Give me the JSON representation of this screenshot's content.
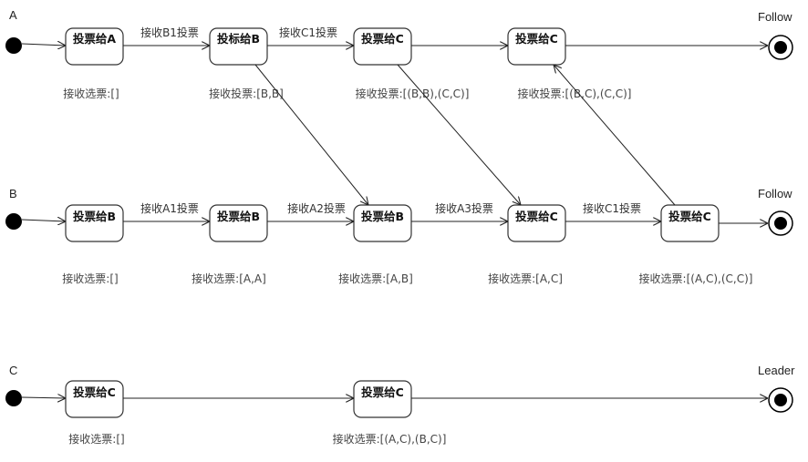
{
  "lanes": [
    {
      "id": "A",
      "label": "A",
      "end_label": "Follow",
      "states": [
        {
          "text": "投票给A",
          "received": "接收选票:[]"
        },
        {
          "text": "投标给B",
          "received": "接收投票:[B,B]"
        },
        {
          "text": "投票给C",
          "received": "接收投票:[(B,B),(C,C)]"
        },
        {
          "text": "投票给C",
          "received": "接收投票:[(B,C),(C,C)]"
        }
      ],
      "edges": [
        "接收B1投票",
        "接收C1投票",
        ""
      ]
    },
    {
      "id": "B",
      "label": "B",
      "end_label": "Follow",
      "states": [
        {
          "text": "投票给B",
          "received": "接收选票:[]"
        },
        {
          "text": "投票给B",
          "received": "接收选票:[A,A]"
        },
        {
          "text": "投票给B",
          "received": "接收选票:[A,B]"
        },
        {
          "text": "投票给C",
          "received": "接收选票:[A,C]"
        },
        {
          "text": "投票给C",
          "received": "接收选票:[(A,C),(C,C)]"
        }
      ],
      "edges": [
        "接收A1投票",
        "接收A2投票",
        "接收A3投票",
        "接收C1投票"
      ]
    },
    {
      "id": "C",
      "label": "C",
      "end_label": "Leader",
      "states": [
        {
          "text": "投票给C",
          "received": "接收选票:[]"
        },
        {
          "text": "投票给C",
          "received": "接收选票:[(A,C),(B,C)]"
        }
      ],
      "edges": [
        ""
      ]
    }
  ]
}
